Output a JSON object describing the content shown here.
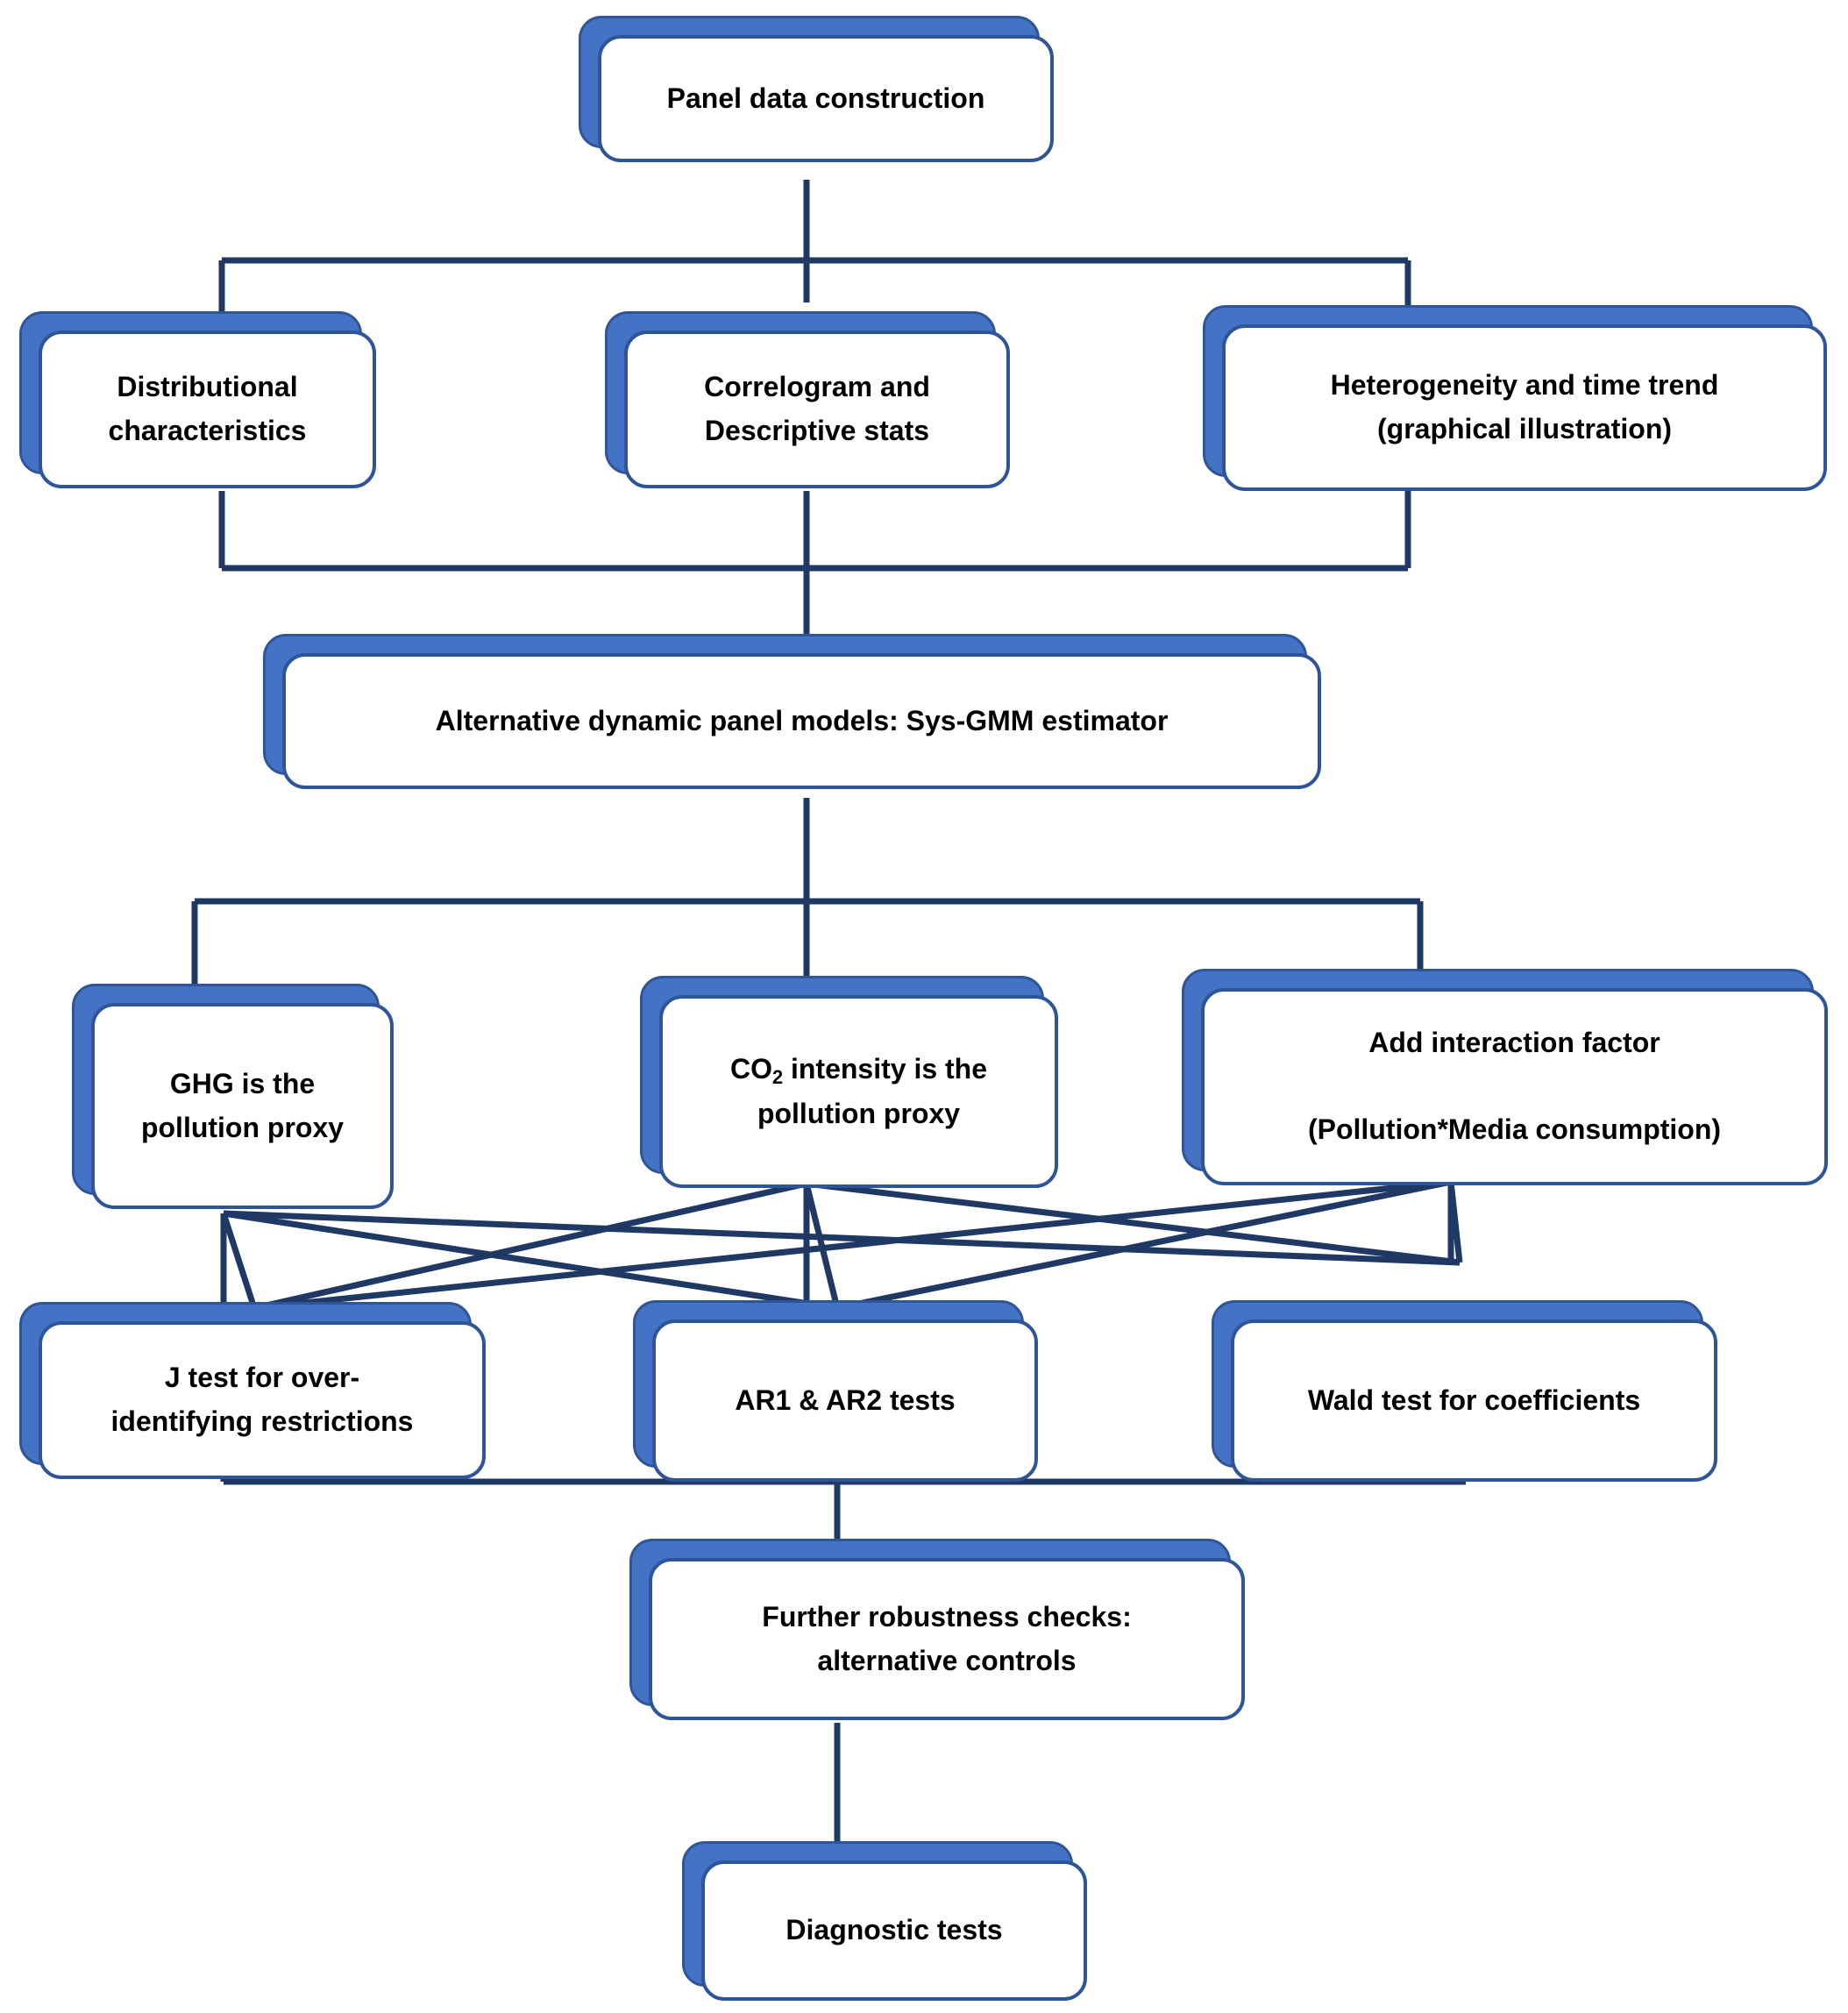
{
  "diagram": {
    "title": "Empirical research flow: dynamic panel analysis of pollution and media consumption",
    "type": "flowchart",
    "colors": {
      "shadow_fill": "#4472C4",
      "box_border": "#2E5597",
      "box_fill": "#FFFFFF",
      "connector": "#1F3864",
      "text": "#000000"
    },
    "nodes": [
      {
        "id": "panel-data-construction",
        "label": "Panel data construction",
        "row": 1
      },
      {
        "id": "distributional-characteristics",
        "label": "Distributional\ncharacteristics",
        "row": 2
      },
      {
        "id": "correlogram-descriptive-stats",
        "label": "Correlogram and\nDescriptive stats",
        "row": 2
      },
      {
        "id": "heterogeneity-time-trend",
        "label": "Heterogeneity and time trend\n(graphical illustration)",
        "row": 2
      },
      {
        "id": "alternative-dynamic-panel-models",
        "label": "Alternative dynamic panel models: Sys-GMM estimator",
        "row": 3
      },
      {
        "id": "ghg-pollution-proxy",
        "label": "GHG is the\npollution proxy",
        "row": 4
      },
      {
        "id": "co2-intensity-pollution-proxy",
        "label": "CO2 intensity is the\npollution proxy",
        "label_html": "CO<sub>2</sub> intensity is the<br>pollution proxy",
        "row": 4
      },
      {
        "id": "add-interaction-factor",
        "label": "Add interaction factor\n\n(Pollution*Media consumption)",
        "row": 4
      },
      {
        "id": "j-test-overidentifying",
        "label": "J test for over-\nidentifying restrictions",
        "row": 5
      },
      {
        "id": "ar1-ar2-tests",
        "label": "AR1 & AR2 tests",
        "row": 5
      },
      {
        "id": "wald-test-coefficients",
        "label": "Wald test for coefficients",
        "row": 5
      },
      {
        "id": "further-robustness-checks",
        "label": "Further robustness checks:\nalternative controls",
        "row": 6
      },
      {
        "id": "diagnostic-tests",
        "label": "Diagnostic tests",
        "row": 7
      }
    ],
    "edges": [
      {
        "from": "panel-data-construction",
        "to": "distributional-characteristics"
      },
      {
        "from": "panel-data-construction",
        "to": "correlogram-descriptive-stats"
      },
      {
        "from": "panel-data-construction",
        "to": "heterogeneity-time-trend"
      },
      {
        "from": "distributional-characteristics",
        "to": "alternative-dynamic-panel-models"
      },
      {
        "from": "correlogram-descriptive-stats",
        "to": "alternative-dynamic-panel-models"
      },
      {
        "from": "heterogeneity-time-trend",
        "to": "alternative-dynamic-panel-models"
      },
      {
        "from": "alternative-dynamic-panel-models",
        "to": "ghg-pollution-proxy"
      },
      {
        "from": "alternative-dynamic-panel-models",
        "to": "co2-intensity-pollution-proxy"
      },
      {
        "from": "alternative-dynamic-panel-models",
        "to": "add-interaction-factor"
      },
      {
        "from": "ghg-pollution-proxy",
        "to": "j-test-overidentifying"
      },
      {
        "from": "ghg-pollution-proxy",
        "to": "ar1-ar2-tests"
      },
      {
        "from": "ghg-pollution-proxy",
        "to": "wald-test-coefficients"
      },
      {
        "from": "co2-intensity-pollution-proxy",
        "to": "j-test-overidentifying"
      },
      {
        "from": "co2-intensity-pollution-proxy",
        "to": "ar1-ar2-tests"
      },
      {
        "from": "co2-intensity-pollution-proxy",
        "to": "wald-test-coefficients"
      },
      {
        "from": "add-interaction-factor",
        "to": "j-test-overidentifying"
      },
      {
        "from": "add-interaction-factor",
        "to": "ar1-ar2-tests"
      },
      {
        "from": "add-interaction-factor",
        "to": "wald-test-coefficients"
      },
      {
        "from": "j-test-overidentifying",
        "to": "further-robustness-checks"
      },
      {
        "from": "ar1-ar2-tests",
        "to": "further-robustness-checks"
      },
      {
        "from": "wald-test-coefficients",
        "to": "further-robustness-checks"
      },
      {
        "from": "further-robustness-checks",
        "to": "diagnostic-tests"
      }
    ]
  }
}
